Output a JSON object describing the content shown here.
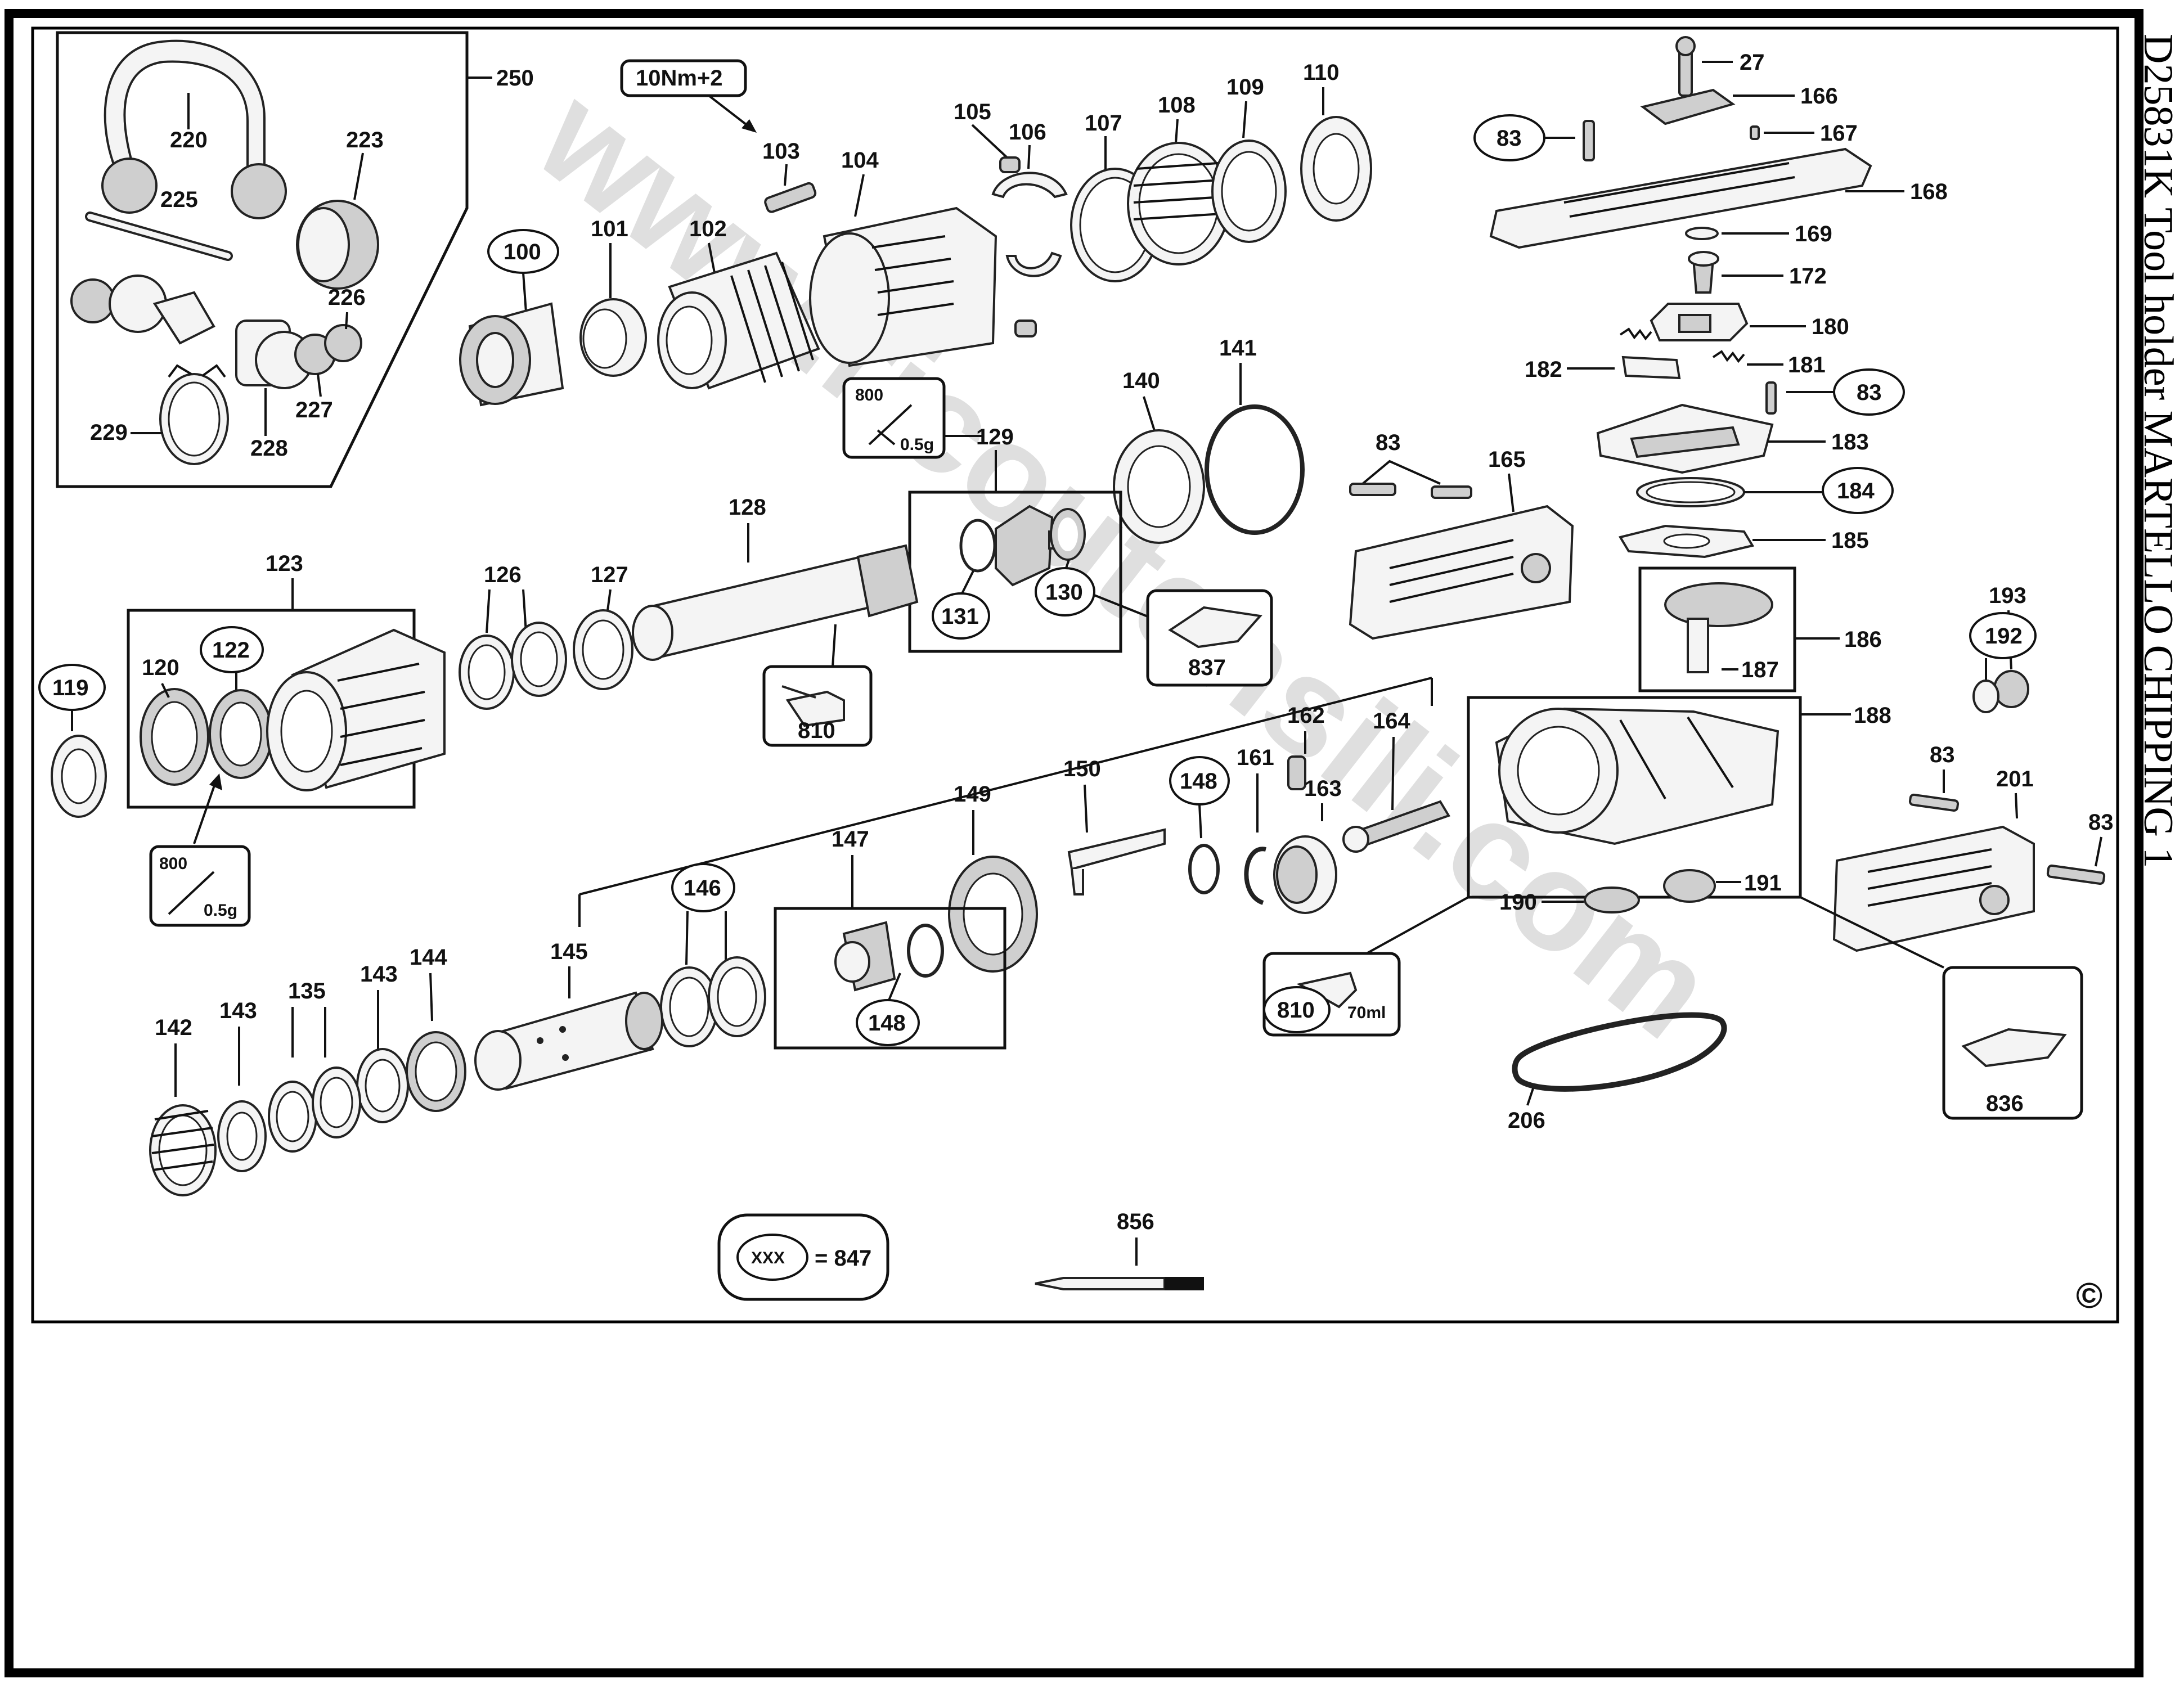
{
  "title": "D25831K  Tool holder  MARTELLO CHIPPING 1",
  "watermark": "www.ricoutensili.com",
  "copyright_symbol": "©",
  "legend": {
    "symbol_text": "XXX",
    "equals_text": "= 847"
  },
  "torque_label": "10Nm+2",
  "grease": {
    "code": "800",
    "amount": "0.5g",
    "oil_code": "810",
    "oil_amount": "70ml"
  },
  "labels": {
    "l250": "250",
    "l220": "220",
    "l223": "223",
    "l225": "225",
    "l226": "226",
    "l227": "227",
    "l228": "228",
    "l229": "229",
    "l103": "103",
    "l105": "105",
    "l106": "106",
    "l107": "107",
    "l108": "108",
    "l109": "109",
    "l110": "110",
    "l100": "100",
    "l101": "101",
    "l102": "102",
    "l104": "104",
    "l27": "27",
    "l83a": "83",
    "l166": "166",
    "l167": "167",
    "l168": "168",
    "l169": "169",
    "l172": "172",
    "l180": "180",
    "l182": "182",
    "l181": "181",
    "l83b": "83",
    "l183": "183",
    "l184": "184",
    "l185": "185",
    "l140": "140",
    "l141": "141",
    "l129": "129",
    "l131": "131",
    "l130": "130",
    "l837": "837",
    "l83c": "83",
    "l165": "165",
    "l128": "128",
    "l123": "123",
    "l126": "126",
    "l127": "127",
    "l119": "119",
    "l120": "120",
    "l122": "122",
    "l810a": "810",
    "l186": "186",
    "l187": "187",
    "l193": "193",
    "l192": "192",
    "l188": "188",
    "l162": "162",
    "l164": "164",
    "l161": "161",
    "l163": "163",
    "l148a": "148",
    "l149": "149",
    "l150": "150",
    "l147": "147",
    "l148b": "148",
    "l146": "146",
    "l145": "145",
    "l144": "144",
    "l143a": "143",
    "l143b": "143",
    "l135": "135",
    "l142": "142",
    "l190": "190",
    "l191": "191",
    "l83d": "83",
    "l201": "201",
    "l83e": "83",
    "l810b": "810",
    "l836": "836",
    "l206": "206",
    "l856": "856"
  }
}
